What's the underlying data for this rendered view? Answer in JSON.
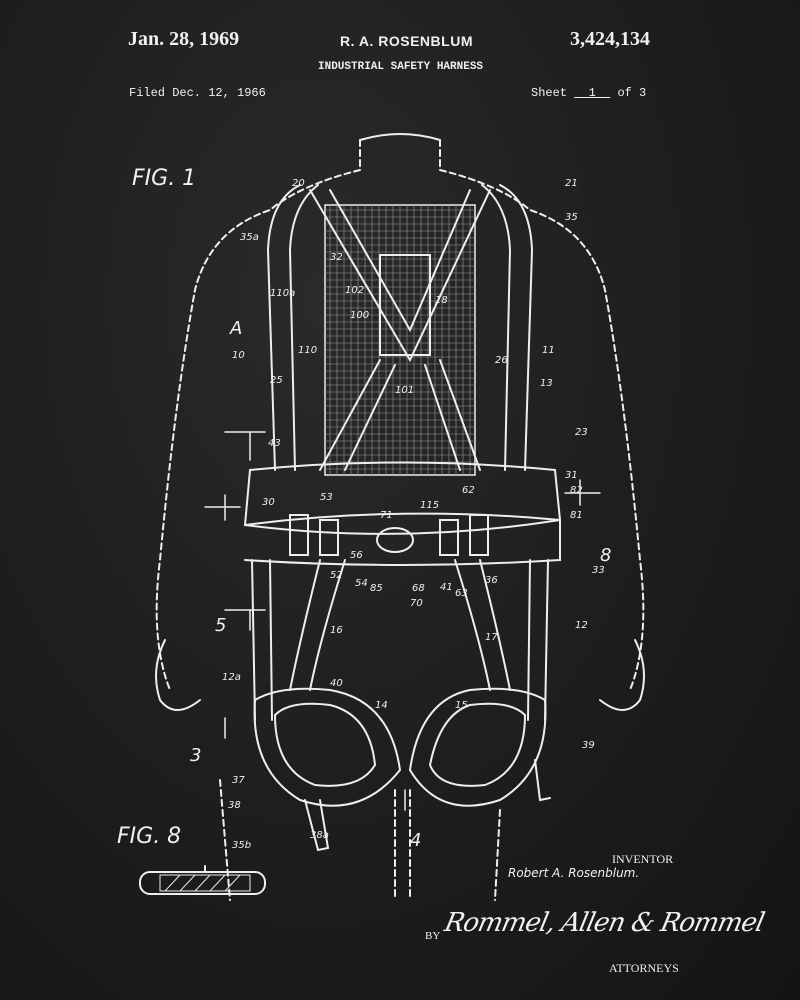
{
  "header": {
    "date": "Jan. 28, 1969",
    "inventor": "R. A. ROSENBLUM",
    "patent_number": "3,424,134",
    "title": "INDUSTRIAL SAFETY HARNESS",
    "filed": "Filed Dec. 12, 1966",
    "sheet_prefix": "Sheet",
    "sheet_number": "1",
    "sheet_suffix": "of 3"
  },
  "figures": {
    "fig1": "FIG. 1",
    "fig8": "FIG. 8"
  },
  "reference_numerals": [
    "20",
    "21",
    "35a",
    "35",
    "32",
    "102",
    "110a",
    "100",
    "10",
    "18",
    "A",
    "11",
    "26",
    "13",
    "110",
    "25",
    "101",
    "23",
    "43",
    "53",
    "62",
    "31",
    "82",
    "30",
    "115",
    "71",
    "81",
    "52",
    "54",
    "56",
    "85",
    "70",
    "68",
    "41",
    "63",
    "36",
    "33",
    "16",
    "17",
    "12",
    "12a",
    "40",
    "14",
    "15",
    "39",
    "37",
    "38",
    "38a",
    "3",
    "4",
    "5",
    "8",
    "35b"
  ],
  "signature": {
    "inventor_label": "INVENTOR",
    "inventor_name": "Robert A. Rosenblum.",
    "by_label": "BY",
    "attorney_signature": "Rommel, Allen & Rommel",
    "attorneys_label": "ATTORNEYS"
  },
  "colors": {
    "background": "#1c1c1c",
    "ink": "#f0f0f0"
  }
}
